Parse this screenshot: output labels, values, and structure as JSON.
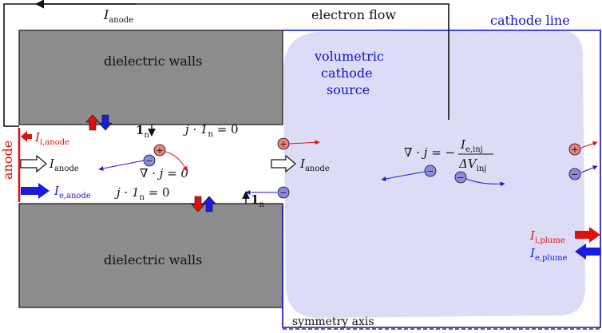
{
  "labels": {
    "anode_current_top": "I",
    "anode_current_top_sub": "anode",
    "electron_flow": "electron flow",
    "cathode_line": "cathode line",
    "dielectric_top": "dielectric walls",
    "dielectric_bottom": "dielectric walls",
    "volumetric_1": "volumetric",
    "volumetric_2": "cathode",
    "volumetric_3": "source",
    "anode": "anode",
    "i_anode_main": "I",
    "i_anode_sub": "i,anode",
    "e_anode_main": "I",
    "e_anode_sub": "e,anode",
    "anode_flux_main": "I",
    "anode_flux_sub": "anode",
    "anode_flux2_main": "I",
    "anode_flux2_sub": "anode",
    "normal_top_main": "1",
    "normal_top_sub": "n",
    "normal_bottom_main": "1",
    "normal_bottom_sub": "n",
    "jdotn_top": "j · 1",
    "jdotn_top_sub": "n",
    "jdotn_top_eq": " = 0",
    "jdotn_bottom": "j · 1",
    "jdotn_bottom_sub": "n",
    "jdotn_bottom_eq": " = 0",
    "divj_zero": "∇ · j = 0",
    "divj_src_lhs": "∇ · j = −",
    "divj_src_num": "I",
    "divj_src_num_sub": "e,inj",
    "divj_src_den": "ΔV",
    "divj_src_den_sub": "inj",
    "i_plume_main": "I",
    "i_plume_sub": "i,plume",
    "e_plume_main": "I",
    "e_plume_sub": "e,plume",
    "symmetry_axis": "symmetry axis",
    "ion_symbol": "+",
    "electron_symbol": "−"
  },
  "colors": {
    "ion": "#e01010",
    "electron": "#1a1ae0",
    "cathode_line": "#1010d0",
    "dielectric": "#8c8c8c",
    "plume_region": "#dcdcf6",
    "ion_fill": "#f08080",
    "electron_fill": "#8a8ae6"
  }
}
